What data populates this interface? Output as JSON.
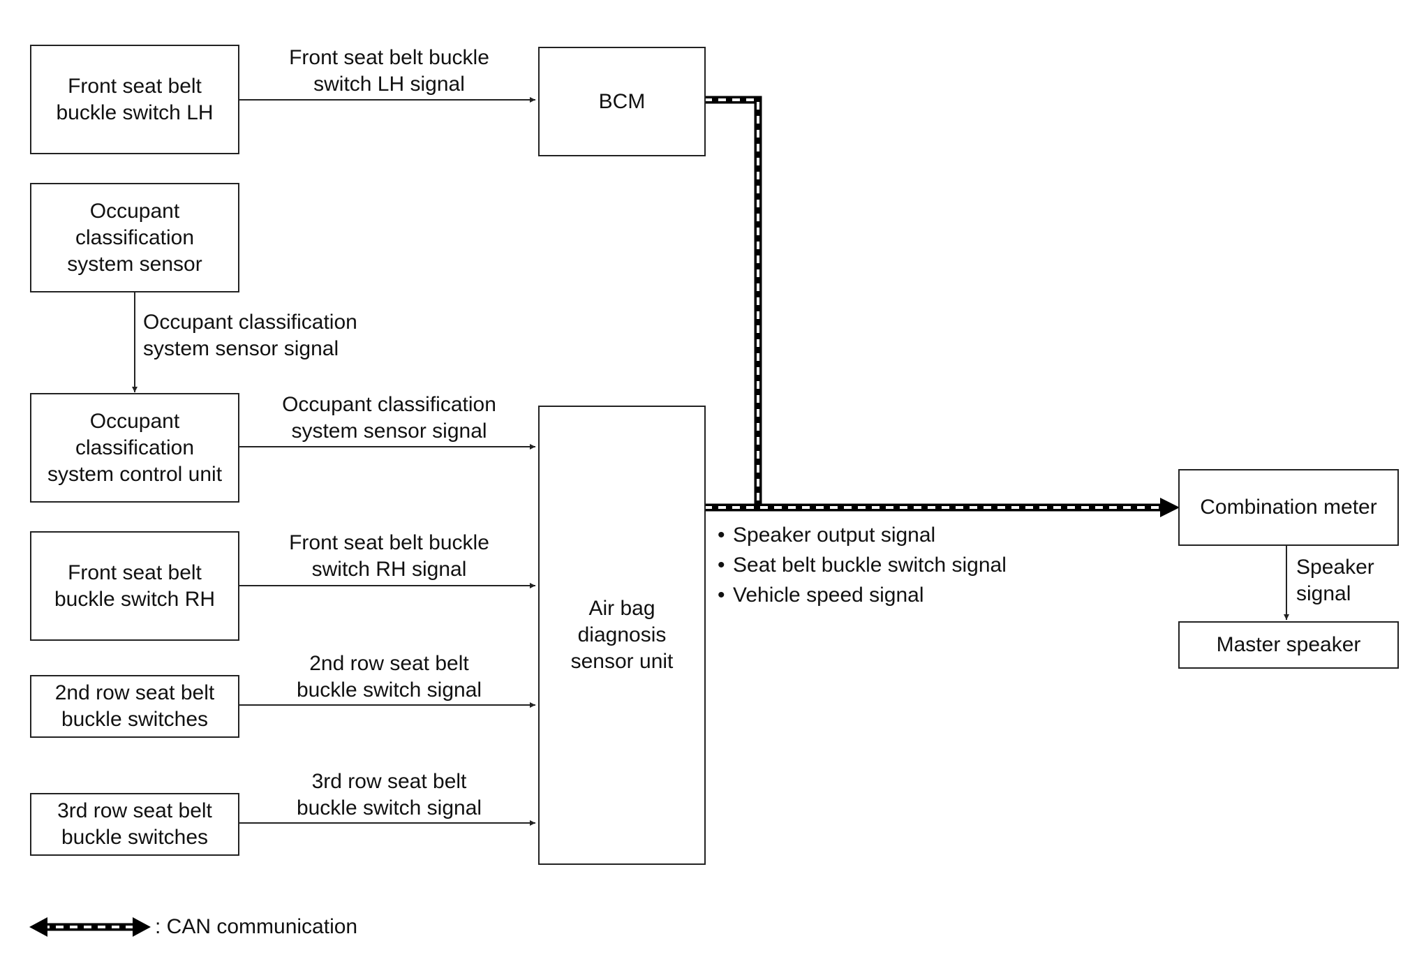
{
  "boxes": {
    "front_lh": "Front seat belt\nbuckle switch LH",
    "occ_sensor": "Occupant\nclassification\nsystem sensor",
    "occ_control": "Occupant\nclassification\nsystem control unit",
    "front_rh": "Front seat belt\nbuckle switch RH",
    "row2": "2nd row seat belt\nbuckle switches",
    "row3": "3rd row seat belt\nbuckle switches",
    "bcm": "BCM",
    "airbag": "Air bag\ndiagnosis\nsensor unit",
    "combo_meter": "Combination meter",
    "master_speaker": "Master speaker"
  },
  "signals": {
    "front_lh": "Front seat belt buckle\nswitch LH signal",
    "occ_sensor": "Occupant classification\nsystem sensor signal",
    "occ_control": "Occupant classification\nsystem sensor signal",
    "front_rh": "Front seat belt buckle\nswitch RH signal",
    "row2": "2nd row seat belt\nbuckle switch signal",
    "row3": "3rd row seat belt\nbuckle switch signal",
    "speaker": "Speaker\nsignal"
  },
  "can_signals": [
    "Speaker output signal",
    "Seat belt buckle switch signal",
    "Vehicle speed signal"
  ],
  "legend": {
    "label": ": CAN communication"
  }
}
